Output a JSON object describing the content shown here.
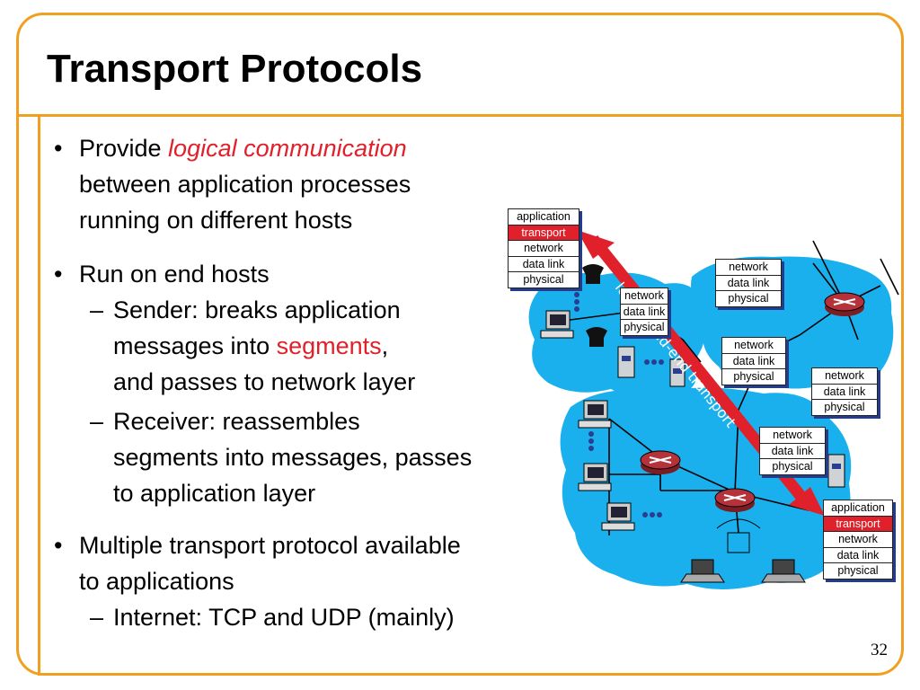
{
  "slide": {
    "title": "Transport Protocols",
    "page_number": "32"
  },
  "bullets": {
    "b1_pre": "Provide ",
    "b1_em": "logical communication",
    "b1_line2": "between application processes",
    "b1_line3": "running on different hosts",
    "b2": "Run on end hosts",
    "b2_s1_line1": "Sender: breaks application",
    "b2_s1_line2_pre": "messages into ",
    "b2_s1_line2_em": "segments",
    "b2_s1_line2_post": ",",
    "b2_s1_line3": "and passes to network layer",
    "b2_s2_line1": "Receiver: reassembles",
    "b2_s2_line2": "segments into messages, passes",
    "b2_s2_line3": "to application layer",
    "b3_line1": "Multiple transport protocol available",
    "b3_line2": "to applications",
    "b3_s1": "Internet: TCP and UDP (mainly)"
  },
  "glyphs": {
    "bullet": "•",
    "dash": "–"
  },
  "diagram": {
    "full_stack": [
      "application",
      "transport",
      "network",
      "data link",
      "physical"
    ],
    "router_stack": [
      "network",
      "data link",
      "physical"
    ],
    "arrow_label": "logical end-end transport",
    "colors": {
      "cloud": "#1ab0ee",
      "router": "#b5323a",
      "arrow": "#e0202a",
      "accent": "#f0a020",
      "stack_shadow": "#233c8c"
    }
  }
}
